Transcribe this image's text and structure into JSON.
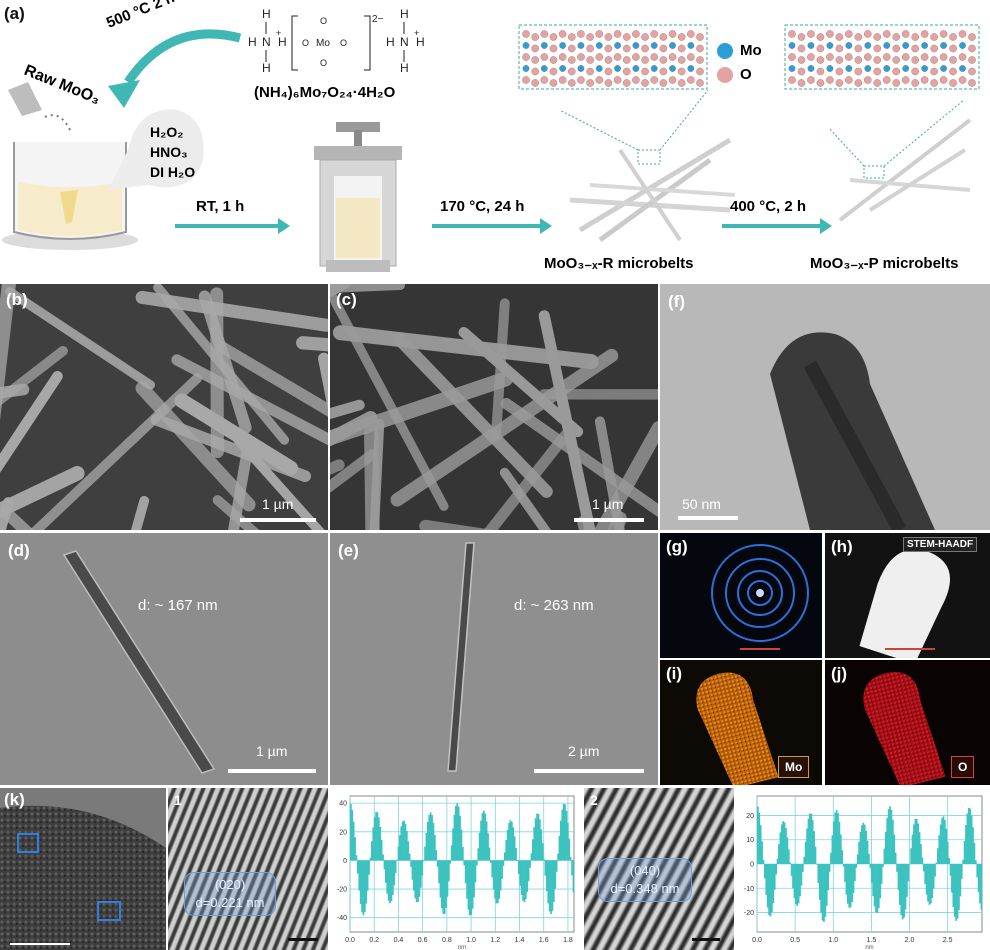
{
  "schematic": {
    "label_a": "(a)",
    "calcination": "500 °C  2 h",
    "raw_moo3": "Raw MoO₃",
    "reagents": [
      "H₂O₂",
      "HNO₃",
      "DI H₂O"
    ],
    "precursor_formula": "(NH₄)₆Mo₇O₂₄·4H₂O",
    "step1": "RT, 1 h",
    "step2": "170 °C, 24 h",
    "step3": "400 °C, 2 h",
    "product_r": "MoO₃₋ₓ-R microbelts",
    "product_p": "MoO₃₋ₓ-P microbelts",
    "legend_mo": "Mo",
    "legend_o": "O",
    "colors": {
      "arrow": "#3fb7b3",
      "mo_atom": "#2a9ed6",
      "o_atom": "#e4a3a3"
    }
  },
  "panels": {
    "b": {
      "label": "(b)",
      "scale": "1 µm"
    },
    "c": {
      "label": "(c)",
      "scale": "1 µm"
    },
    "d": {
      "label": "(d)",
      "scale": "1 µm",
      "annotation": "d: ~ 167 nm"
    },
    "e": {
      "label": "(e)",
      "scale": "2 µm",
      "annotation": "d: ~ 263 nm"
    },
    "f": {
      "label": "(f)",
      "scale": "50 nm"
    },
    "g": {
      "label": "(g)"
    },
    "h": {
      "label": "(h)",
      "mode": "STEM-HAADF"
    },
    "i": {
      "label": "(i)",
      "element": "Mo",
      "color": "#e07a10"
    },
    "j": {
      "label": "(j)",
      "element": "O",
      "color": "#c8141e"
    },
    "k": {
      "label": "(k)"
    }
  },
  "hrtem": {
    "region1": {
      "number": "1",
      "plane": "(020)",
      "spacing": "d=0.221 nm"
    },
    "region2": {
      "number": "2",
      "plane": "(040)",
      "spacing": "d=0.348 nm"
    }
  },
  "chart_data": [
    {
      "type": "line",
      "x_ticks": [
        "0.0",
        "0.2",
        "0.4",
        "0.6",
        "0.8",
        "1.0",
        "1.2",
        "1.4",
        "1.6",
        "1.8"
      ],
      "y_ticks": [
        "-40",
        "-20",
        "0",
        "20",
        "40"
      ],
      "xlabel": "nm",
      "xlim": [
        0,
        1.85
      ],
      "ylim": [
        -50,
        45
      ],
      "grid": true,
      "series_color": "#3cc3c0",
      "period": 0.221,
      "amplitude": 40
    },
    {
      "type": "line",
      "x_ticks": [
        "0.0",
        "0.5",
        "1.0",
        "1.5",
        "2.0",
        "2.5"
      ],
      "y_ticks": [
        "-20",
        "-10",
        "0",
        "10",
        "20"
      ],
      "xlabel": "nm",
      "xlim": [
        0,
        2.95
      ],
      "ylim": [
        -28,
        28
      ],
      "grid": true,
      "series_color": "#3cc3c0",
      "period": 0.348,
      "amplitude": 24
    }
  ]
}
